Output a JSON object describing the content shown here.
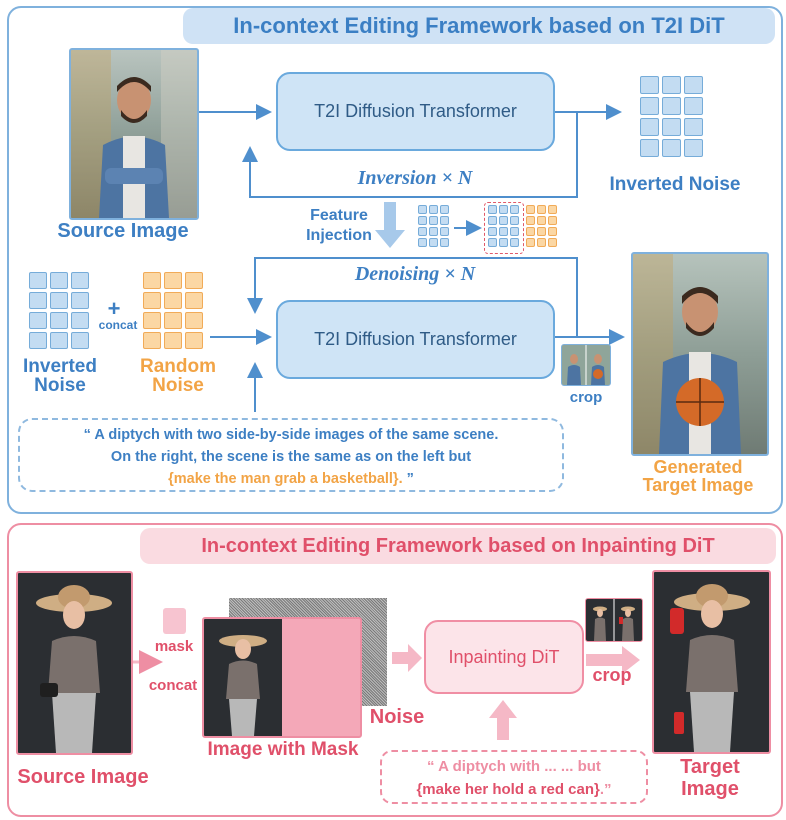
{
  "top": {
    "title": "In-context Editing Framework based on T2I DiT",
    "source_label": "Source Image",
    "dit_upper": "T2I Diffusion Transformer",
    "dit_lower": "T2I Diffusion Transformer",
    "inverted_noise_label": "Inverted Noise",
    "inversion_label": "Inversion × N",
    "feature_injection_line1": "Feature",
    "feature_injection_line2": "Injection",
    "denoising_label": "Denoising × N",
    "inverted_noise_line1": "Inverted",
    "inverted_noise_line2": "Noise",
    "random_noise_line1": "Random",
    "random_noise_line2": "Noise",
    "concat_label": "concat",
    "plus_sign": "+",
    "crop_label": "crop",
    "generated_line1": "Generated",
    "generated_line2": "Target Image",
    "prompt_line1": "“ A diptych with two side-by-side images of the same scene.",
    "prompt_line2": "On the right, the scene is the same as on the left  but",
    "prompt_edit": "{make the man grab a basketball}.",
    "prompt_close": " ”"
  },
  "bottom": {
    "title": "In-context Editing Framework based on Inpainting DiT",
    "source_label": "Source Image",
    "mask_label": "mask",
    "concat_label": "concat",
    "image_with_mask_label": "Image with Mask",
    "noise_label": "Noise",
    "inpainting_label": "Inpainting DiT",
    "crop_label": "crop",
    "target_line1": "Target",
    "target_line2": "Image",
    "prompt_line1": "“ A diptych with ... ... but",
    "prompt_edit": "{make her hold a red can}",
    "prompt_close": ".”"
  },
  "colors": {
    "blue_accent": "#3d7fc3",
    "orange_accent": "#f2a446",
    "pink_accent": "#e0506a",
    "light_pink": "#ee8ea3"
  }
}
